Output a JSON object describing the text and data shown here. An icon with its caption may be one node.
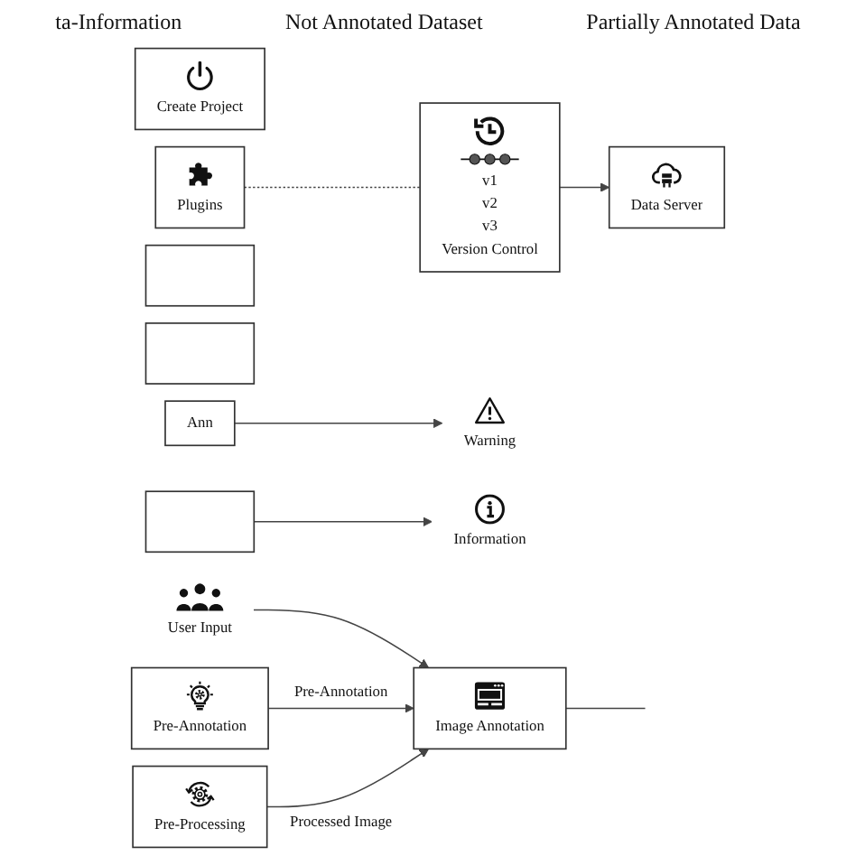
{
  "diagram": {
    "nodes": [
      {
        "text": [
          "Create Project"
        ]
      },
      {
        "text": [
          "Plugins"
        ]
      },
      {
        "text": [],
        "shape": "box"
      },
      {
        "text": [],
        "shape": "box"
      },
      {
        "text": [
          "v1",
          "v2",
          "v3",
          "Version Control"
        ]
      },
      {
        "text": [
          "Data Server"
        ]
      },
      {
        "text": [
          "Warning"
        ]
      },
      {
        "text": [
          "Ann"
        ]
      },
      {
        "text": [
          "Pre-Annotation"
        ]
      },
      {
        "text": [
          "User Input"
        ]
      },
      {
        "text": [
          "Information"
        ]
      },
      {
        "text": [],
        "shape": "box"
      },
      {
        "text": [
          "Image Annotation"
        ]
      },
      {
        "text": [
          "Pre-Processing"
        ]
      }
    ],
    "edges": [
      {
        "from": 1,
        "to": 4,
        "arrow": "none",
        "style": "dashed"
      },
      {
        "from": 4,
        "to": 5,
        "arrow": "to"
      },
      {
        "from": 7,
        "to": 6,
        "arrow": "to"
      },
      {
        "from": 9,
        "to": 12,
        "arrow": "to"
      },
      {
        "from": 11,
        "to": 10,
        "arrow": "to"
      },
      {
        "from": 8,
        "to": 12,
        "arrow": "to",
        "label": "Pre-Annotation"
      },
      {
        "from": 13,
        "to": 12,
        "arrow": "to",
        "label": "Processed Image"
      },
      {
        "from": 12,
        "to": null,
        "arrow": "none"
      }
    ],
    "labels": [
      "ta-Information",
      "Not Annotated Dataset",
      "Partially Annotated Data"
    ]
  }
}
